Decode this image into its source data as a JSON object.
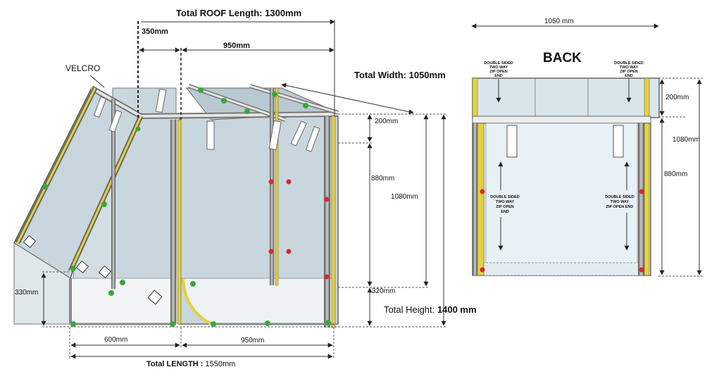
{
  "side_view": {
    "roof_length": "Total ROOF Length: 1300mm",
    "roof_front": "350mm",
    "roof_rear": "950mm",
    "velcro": "VELCRO",
    "total_width": "Total Width: 1050mm",
    "h_top": "200mm",
    "h_mid": "880mm",
    "h_body": "1080mm",
    "h_front": "330mm",
    "h_bottom": "320mm",
    "total_height_label": "Total Height: ",
    "total_height_value": "1400 mm",
    "len_front": "600mm",
    "len_rear": "950mm",
    "total_length_label": "Total LENGTH : ",
    "total_length_value": "1550mm"
  },
  "back_view": {
    "width": "1050 mm",
    "title": "BACK",
    "zip_top_left": [
      "DOUBLE SIDED",
      "TWO WAY",
      "ZIP OPEN",
      "END"
    ],
    "zip_top_right": [
      "DOUBLE SIDED",
      "TWO WAY",
      "ZIP OPEN",
      "END"
    ],
    "zip_mid_left": [
      "DOUBLE SIDED",
      "TWO WAY",
      "ZIP OPEN",
      "END"
    ],
    "zip_mid_right": [
      "DOUBLE SIDED",
      "TWO WAY",
      "ZIP OPEN END"
    ],
    "h_top": "200mm",
    "h_body": "1080mm",
    "h_mid": "880mm"
  },
  "colors": {
    "panel_fill": "#c9d6dd",
    "frame": "#6b6b6b",
    "zip": "#e5d23a",
    "clip_green": "#3aa63a",
    "clip_red": "#d42a2a",
    "dim_line": "#333333"
  }
}
